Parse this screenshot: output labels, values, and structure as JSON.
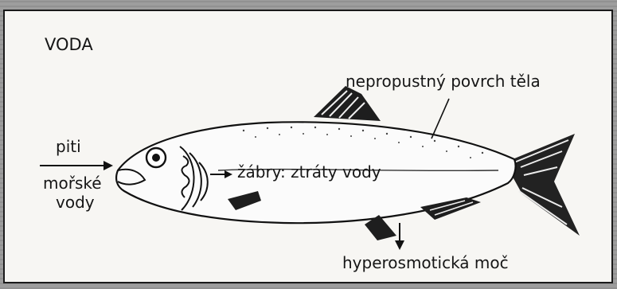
{
  "figure": {
    "heading": "VODA",
    "labels": {
      "impermeable_surface": "nepropustný povrch těla",
      "drinking_line1": "piti",
      "drinking_line2": "mořské",
      "drinking_line3": "vody",
      "gills": "žábry: ztráty vody",
      "urine": "hyperosmotická moč"
    }
  }
}
